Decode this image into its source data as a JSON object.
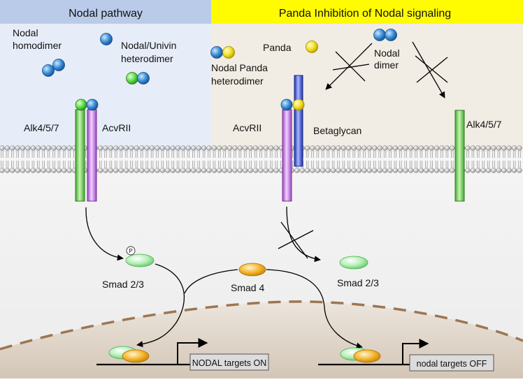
{
  "colors": {
    "left_panel_bg": "#e7edf8",
    "right_panel_bg": "#f1ede4",
    "left_header_bg": "#b9cbe9",
    "right_header_bg": "#fffb00",
    "nodal_blue": "#3b8fd8",
    "univin_green": "#5fdc4a",
    "panda_yellow": "#f4e020",
    "receptor_green": "#7ed858",
    "receptor_purple": "#cf8de8",
    "betaglycan_blue": "#3d57e0",
    "smad23_green": "#a5e8a8",
    "smad4_orange": "#f3b630",
    "nucleus_fill": "#e7ded3",
    "nucleus_dash": "#9c7652"
  },
  "headers": {
    "left": "Nodal pathway",
    "right": "Panda Inhibition of Nodal signaling"
  },
  "left_panel": {
    "nodal_homodimer": [
      "Nodal",
      "homodimer"
    ],
    "nodal_univin_heterodimer": [
      "Nodal/Univin",
      "heterodimer"
    ],
    "alk_label": "Alk4/5/7",
    "acvrii_label": "AcvRII",
    "phospho_label": "P",
    "smad23_label": "Smad 2/3",
    "targets_on": "NODAL targets ON"
  },
  "right_panel": {
    "panda_label": "Panda",
    "nodal_panda_heterodimer": [
      "Nodal Panda",
      "heterodimer"
    ],
    "nodal_dimer": [
      "Nodal",
      "dimer"
    ],
    "acvrii_label": "AcvRII",
    "betaglycan_label": "Betaglycan",
    "alk_label": "Alk4/5/7",
    "smad23_label": "Smad 2/3",
    "targets_off": "nodal targets OFF"
  },
  "center": {
    "smad4_label": "Smad 4"
  }
}
